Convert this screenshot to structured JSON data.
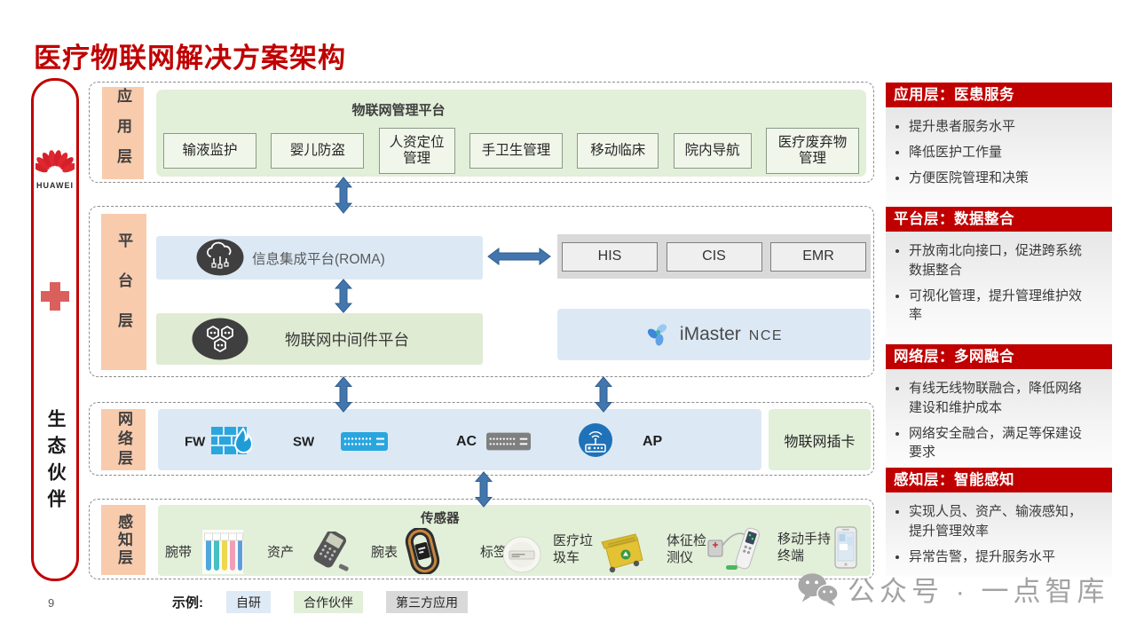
{
  "title": "医疗物联网解决方案架构",
  "page_number": "9",
  "sidebar": {
    "brand": "HUAWEI",
    "label": "生态伙伴"
  },
  "layers": {
    "app": {
      "label": "应用层",
      "platform_title": "物联网管理平台",
      "items": [
        "输液监护",
        "婴儿防盗",
        "人资定位管理",
        "手卫生管理",
        "移动临床",
        "院内导航",
        "医疗废弃物管理"
      ]
    },
    "platform": {
      "label": "平台层",
      "roma": "信息集成平台(ROMA)",
      "middleware": "物联网中间件平台",
      "systems": [
        "HIS",
        "CIS",
        "EMR"
      ],
      "imaster": "iMaster",
      "imaster_suffix": "NCE"
    },
    "network": {
      "label": "网络层",
      "devices": [
        "FW",
        "SW",
        "AC",
        "AP"
      ],
      "card": "物联网插卡"
    },
    "perception": {
      "label": "感知层",
      "title": "传感器",
      "items": [
        "腕带",
        "资产",
        "腕表",
        "标签",
        "医疗垃圾车",
        "体征检测仪",
        "移动手持终端"
      ]
    }
  },
  "right_panel": {
    "sections": [
      {
        "title": "应用层：医患服务",
        "bullets": [
          "提升患者服务水平",
          "降低医护工作量",
          "方便医院管理和决策"
        ]
      },
      {
        "title": "平台层：数据整合",
        "bullets": [
          "开放南北向接口，促进跨系统数据整合",
          "可视化管理，提升管理维护效率"
        ]
      },
      {
        "title": "网络层：多网融合",
        "bullets": [
          "有线无线物联融合，降低网络建设和维护成本",
          "网络安全融合，满足等保建设要求"
        ]
      },
      {
        "title": "感知层：智能感知",
        "bullets": [
          "实现人员、资产、输液感知，提升管理效率",
          "异常告警，提升服务水平"
        ]
      }
    ]
  },
  "legend": {
    "label": "示例:",
    "items": [
      {
        "text": "自研",
        "color": "#DEEAF6"
      },
      {
        "text": "合作伙伴",
        "color": "#E2EFD9"
      },
      {
        "text": "第三方应用",
        "color": "#D9D9D9"
      }
    ]
  },
  "watermark": "公众号 · 一点智库",
  "colors": {
    "accent_red": "#C00000",
    "layer_label_bg": "#F8CBAD",
    "green_box": "#E2EFD9",
    "blue_box": "#DCE9F5",
    "gray_box": "#D9D9D9",
    "arrow": "#4376AE"
  }
}
